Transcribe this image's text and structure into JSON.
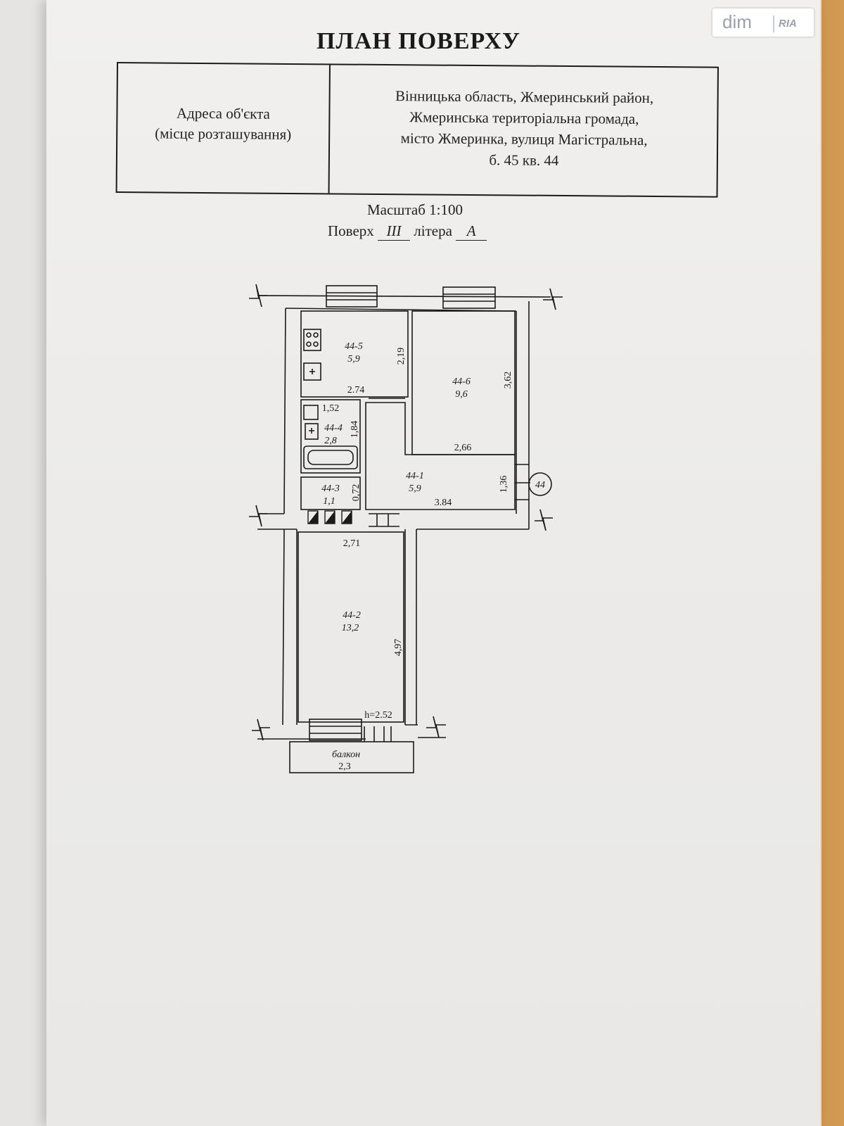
{
  "watermark": {
    "dim": "dim",
    "ria": "RIA"
  },
  "title": "ПЛАН ПОВЕРХУ",
  "address_table": {
    "label_line1": "Адреса об'єкта",
    "label_line2": "(місце розташування)",
    "value_lines": [
      "Вінницька область, Жмеринський район,",
      "Жмеринська територіальна громада,",
      "місто Жмеринка, вулиця Магістральна,",
      "б. 45 кв. 44"
    ]
  },
  "scale": "Масштаб 1:100",
  "floor": {
    "prefix": "Поверх",
    "floor_value": "III",
    "letter_label": "літера",
    "letter_value": "А"
  },
  "rooms": [
    {
      "id": "44-5",
      "area": "5,9"
    },
    {
      "id": "44-6",
      "area": "9,6"
    },
    {
      "id": "44-4",
      "area": "2,8"
    },
    {
      "id": "44-1",
      "area": "5,9"
    },
    {
      "id": "44-3",
      "area": "1,1"
    },
    {
      "id": "44-2",
      "area": "13,2"
    }
  ],
  "dimensions": {
    "kitchen_depth": "2,19",
    "kitchen_width": "2.74",
    "room6_depth": "3,62",
    "room6_width": "2,66",
    "bath_width": "1,52",
    "bath_depth": "1,84",
    "wc_depth": "0,72",
    "hall_width": "3.84",
    "hall_depth": "1,36",
    "room2_width": "2,71",
    "room2_depth": "4,97",
    "height": "h=2.52"
  },
  "apartment_marker": "44",
  "balcony": {
    "label": "балкон",
    "area": "2,3"
  }
}
